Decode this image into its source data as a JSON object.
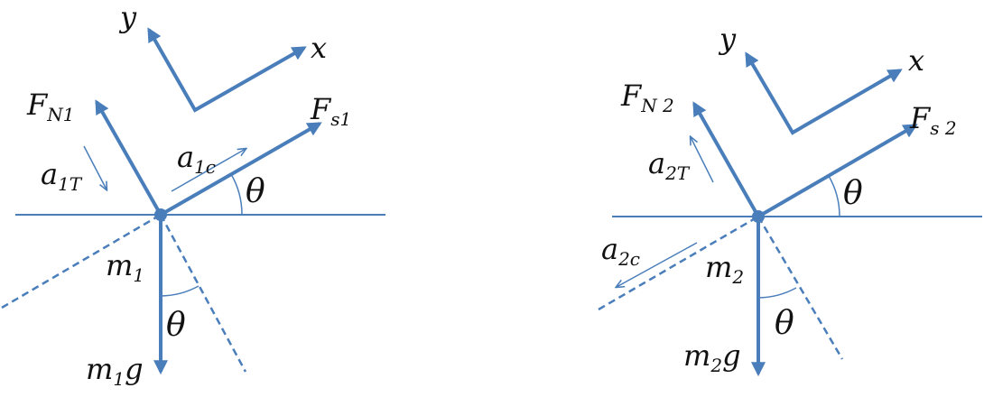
{
  "colors": {
    "accent": "#4a7ebb",
    "text": "#111111"
  },
  "diagram_left": {
    "axis_x": "x",
    "axis_y": "y",
    "normal_force": {
      "main": "F",
      "sub": "N1"
    },
    "string_force": {
      "main": "F",
      "sub": "s1"
    },
    "tangential_accel": {
      "main": "a",
      "sub": "1T"
    },
    "centripetal_accel": {
      "main": "a",
      "sub": "1c"
    },
    "angle_upper": "θ",
    "angle_lower": "θ",
    "mass": {
      "main": "m",
      "sub": "1"
    },
    "weight": {
      "main": "m",
      "sub": "1",
      "tail": "g"
    }
  },
  "diagram_right": {
    "axis_x": "x",
    "axis_y": "y",
    "normal_force": {
      "main": "F",
      "sub": "N 2"
    },
    "string_force": {
      "main": "F",
      "sub": "s 2"
    },
    "tangential_accel": {
      "main": "a",
      "sub": "2T"
    },
    "centripetal_accel": {
      "main": "a",
      "sub": "2c"
    },
    "angle_upper": "θ",
    "angle_lower": "θ",
    "mass": {
      "main": "m",
      "sub": "2"
    },
    "weight": {
      "main": "m",
      "sub": "2",
      "tail": "g"
    }
  }
}
